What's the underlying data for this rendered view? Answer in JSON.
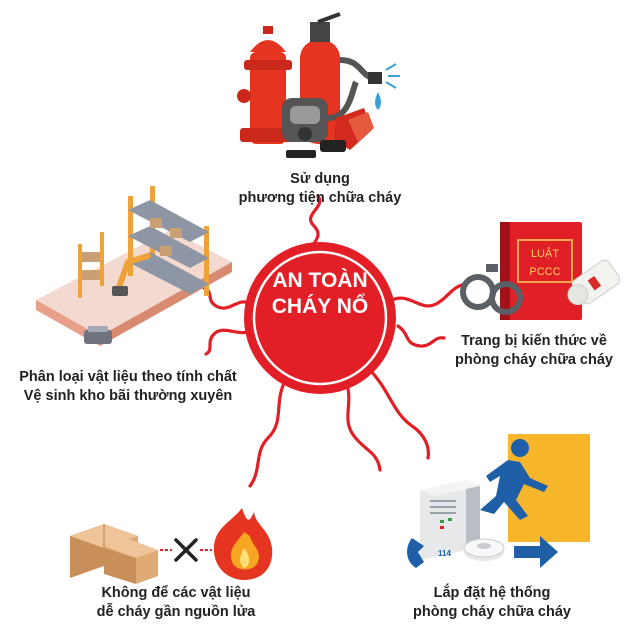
{
  "center": {
    "title_line1": "AN TOÀN",
    "title_line2": "CHÁY NỔ",
    "color": "#e21e26"
  },
  "nodes": {
    "top": {
      "line1": "Sử dụng",
      "line2": "phương tiện chữa cháy",
      "icon": "fire-equipment-icon"
    },
    "right": {
      "line1": "Trang bị kiến thức về",
      "line2": "phòng cháy chữa cháy",
      "icon": "law-book-icon"
    },
    "left": {
      "line1": "Phân loại vật liệu theo tính chất",
      "line2": "Vệ sinh kho bãi thường xuyên",
      "icon": "warehouse-icon"
    },
    "bottom_left": {
      "line1": "Không để các vật liệu",
      "line2": "dễ cháy gần nguồn lửa",
      "icon": "boxes-fire-icon"
    },
    "bottom_right": {
      "line1": "Lắp đặt hệ thống",
      "line2": "phòng cháy chữa cháy",
      "icon": "alarm-system-icon"
    }
  },
  "book": {
    "line1": "LUẬT",
    "line2": "PCCC"
  },
  "alarm_number": "114"
}
